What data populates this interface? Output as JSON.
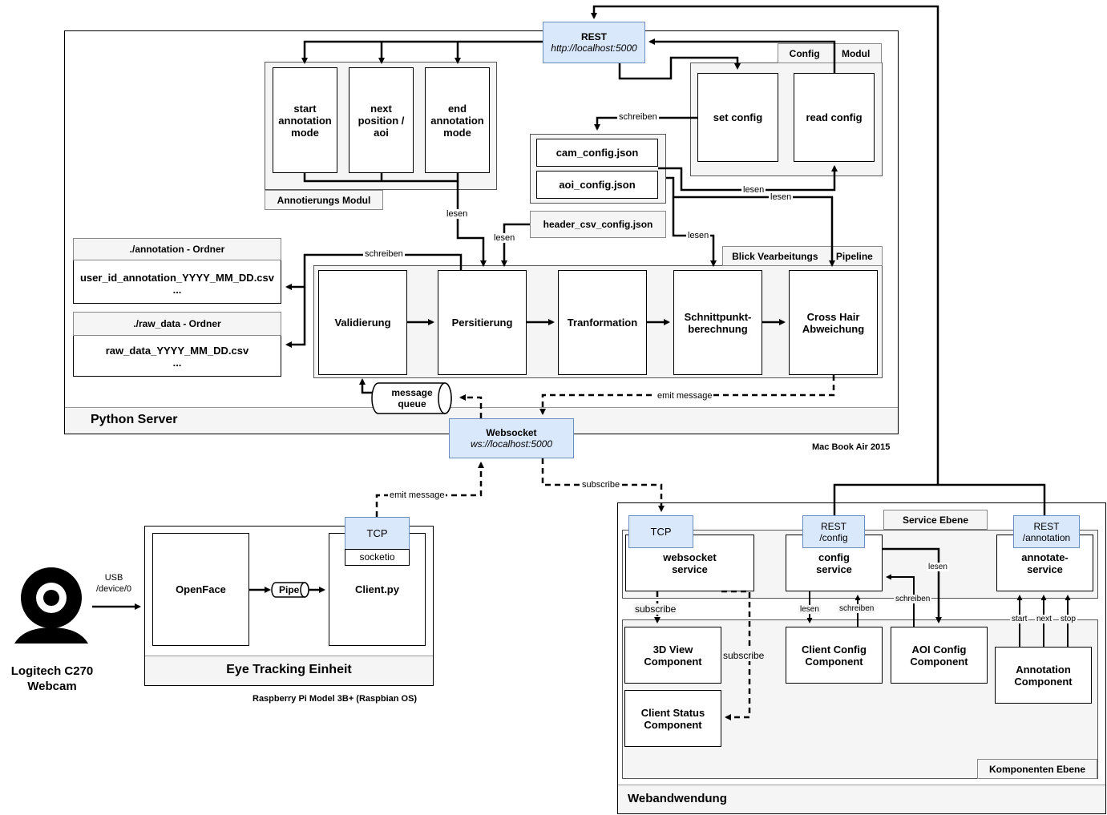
{
  "rest_main": {
    "title": "REST",
    "url": "http://localhost:5000"
  },
  "websocket": {
    "title": "Websocket",
    "url": "ws://localhost:5000"
  },
  "python_server": {
    "label": "Python Server",
    "host_label": "Mac Book Air 2015",
    "annotation_module": {
      "label": "Annotierungs Modul",
      "items": [
        "start\nannotation\nmode",
        "next\nposition /\naoi",
        "end\nannotation\nmode"
      ]
    },
    "config_module": {
      "tab_left": "Config",
      "tab_right": "Modul",
      "set": "set config",
      "read": "read config"
    },
    "config_files": [
      "cam_config.json",
      "aoi_config.json"
    ],
    "header_csv": "header_csv_config.json",
    "annotation_folder": {
      "title": "./annotation - Ordner",
      "file": "user_id_annotation_YYYY_MM_DD.csv",
      "more": "..."
    },
    "raw_folder": {
      "title": "./raw_data - Ordner",
      "file": "raw_data_YYYY_MM_DD.csv",
      "more": "..."
    },
    "pipeline": {
      "tab_left": "Blick Vearbeitungs",
      "tab_right": "Pipeline",
      "steps": [
        "Validierung",
        "Persitierung",
        "Tranformation",
        "Schnittpunkt-\nberechnung",
        "Cross Hair\nAbweichung"
      ]
    },
    "message_queue": "message\nqueue"
  },
  "eye_tracking": {
    "label": "Eye Tracking Einheit",
    "host_label": "Raspberry Pi Model 3B+ (Raspbian OS)",
    "openface": "OpenFace",
    "pipe": "Pipe",
    "client": "Client.py",
    "tcp": "TCP",
    "socketio": "socketio"
  },
  "webcam": {
    "label": "Logitech C270\nWebcam",
    "usb": "USB\n/device/0"
  },
  "webapp": {
    "label": "Webandwendung",
    "service_layer": "Service Ebene",
    "component_layer": "Komponenten Ebene",
    "tcp": "TCP",
    "rest_config": "REST\n/config",
    "rest_annotation": "REST\n/annotation",
    "websocket_service": "websocket\nservice",
    "config_service": "config\nservice",
    "annotate_service": "annotate-\nservice",
    "components": {
      "view3d": "3D View\nComponent",
      "client_config": "Client Config\nComponent",
      "aoi_config": "AOI Config\nComponent",
      "annotation": "Annotation\nComponent",
      "client_status": "Client Status\nComponent"
    }
  },
  "edge_labels": {
    "schreiben": "schreiben",
    "lesen": "lesen",
    "emit_message": "emit message",
    "subscribe": "subscribe",
    "start": "start",
    "next": "next",
    "stop": "stop"
  },
  "colors": {
    "service_blue": "#dae8fc",
    "service_border": "#6c8ebf",
    "panel_grey": "#f5f5f5"
  }
}
